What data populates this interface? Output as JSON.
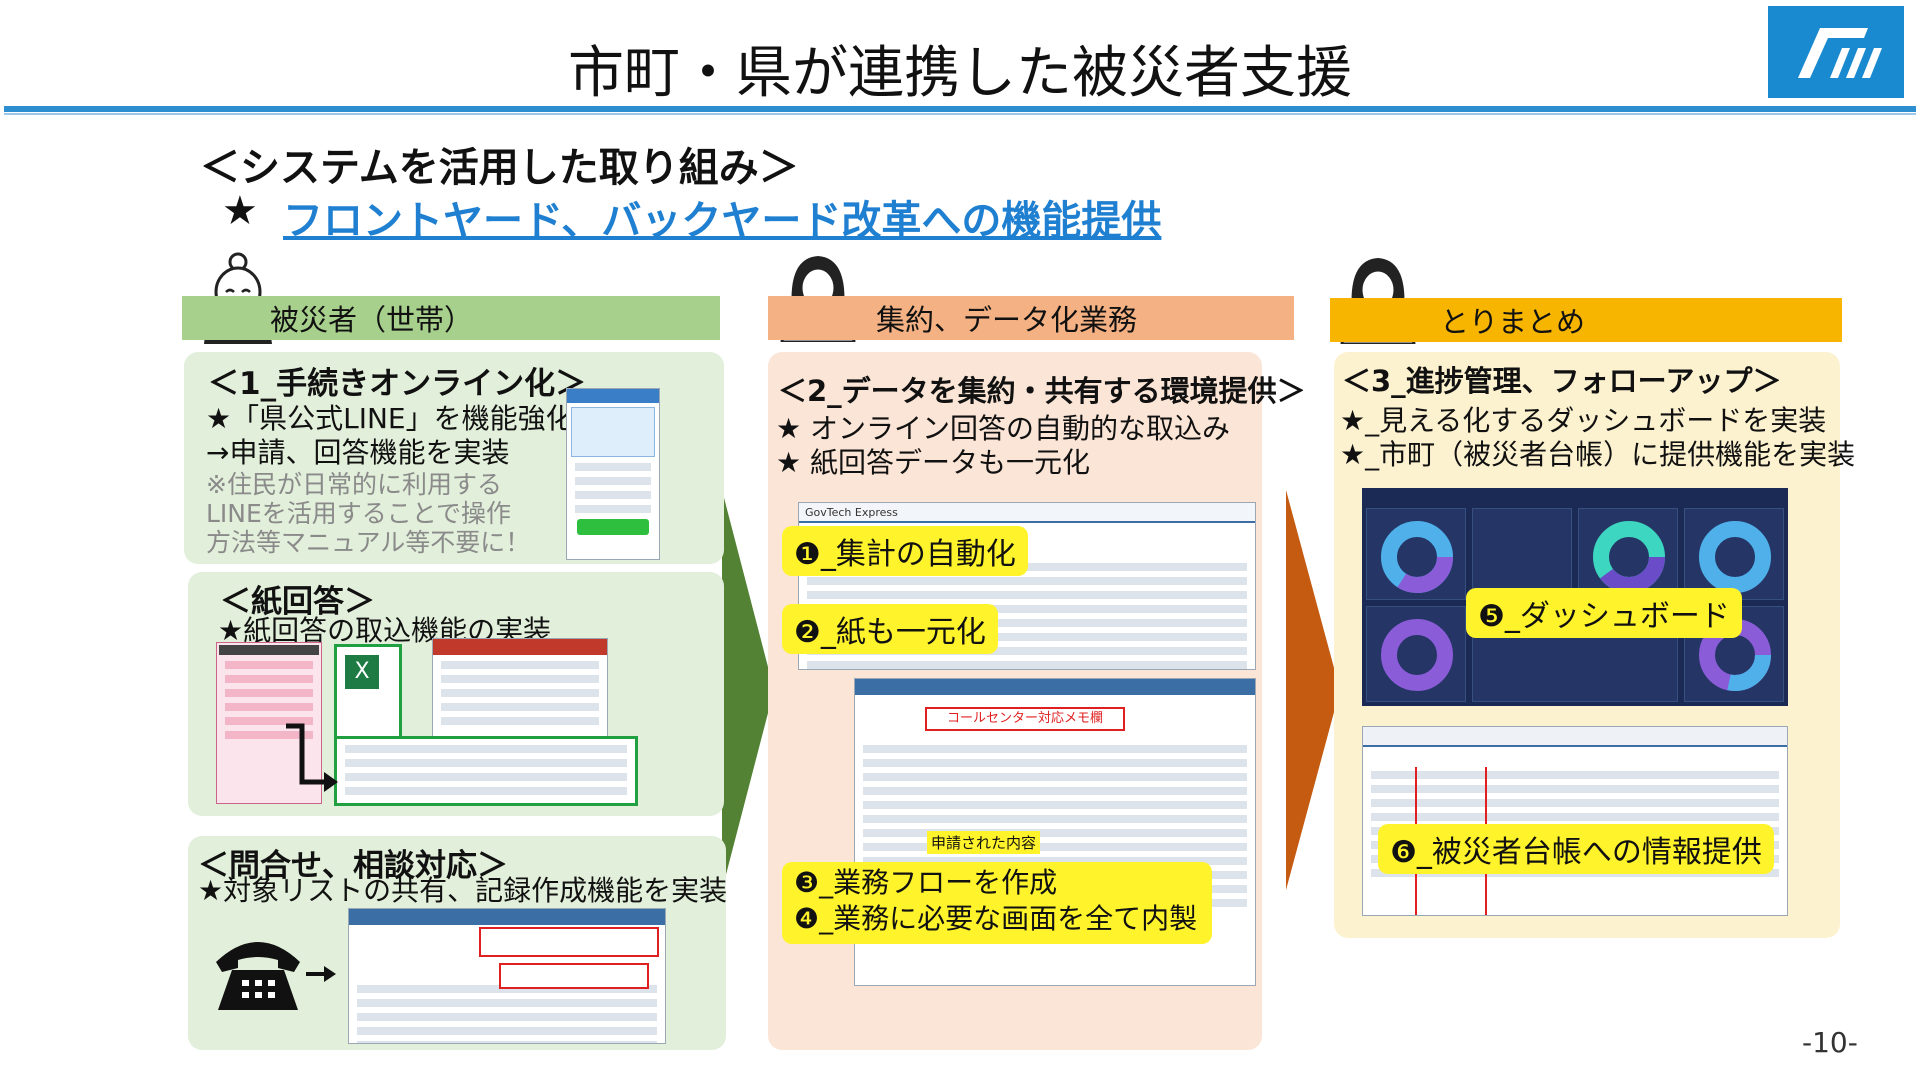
{
  "header": {
    "title": "市町・県が連携した被災者支援",
    "sub_heading": "＜システムを活用した取り組み＞",
    "star": "★",
    "sub_link": "フロントヤード、バックヤード改革への機能提供"
  },
  "columns": {
    "victim": {
      "bar": "被災者（世帯）",
      "online": {
        "heading": "＜1_手続きオンライン化＞",
        "line1": "★「県公式LINE」を機能強化",
        "line2": "→申請、回答機能を実装",
        "note1": "※住民が日常的に利用する",
        "note2": "LINEを活用することで操作",
        "note3": "方法等マニュアル等不要に！"
      },
      "paper": {
        "heading": "＜紙回答＞",
        "line1": "★紙回答の取込機能の実装"
      },
      "inquiry": {
        "heading": "＜問合せ、相談対応＞",
        "line1": "★対象リストの共有、記録作成機能を実装"
      }
    },
    "aggregation": {
      "bar": "集約、データ化業務",
      "heading": "＜2_データを集約・共有する環境提供＞",
      "line1": "★ オンライン回答の自動的な取込み",
      "line2": "★ 紙回答データも一元化",
      "label1": "❶_集計の自動化",
      "label2": "❷_紙も一元化",
      "memo_label": "コールセンター対応メモ欄",
      "applied_label": "申請された内容",
      "label3": "❸_業務フローを作成",
      "label4": "❹_業務に必要な画面を全て内製",
      "app_name": "GovTech Express"
    },
    "summary": {
      "bar": "とりまとめ",
      "heading": "＜3_進捗管理、フォローアップ＞",
      "line1": "★_見える化するダッシュボードを実装",
      "line2": "★_市町（被災者台帳）に提供機能を実装",
      "label5": "❺_ダッシュボード",
      "label6": "❻_被災者台帳への情報提供"
    }
  },
  "page_number": "-10-",
  "colors": {
    "accent_blue": "#2e8fd0",
    "victim_bar": "#a8d08d",
    "aggregation_bar": "#f4b183",
    "summary_bar": "#f7b500",
    "highlight_yellow": "#fff32b"
  }
}
